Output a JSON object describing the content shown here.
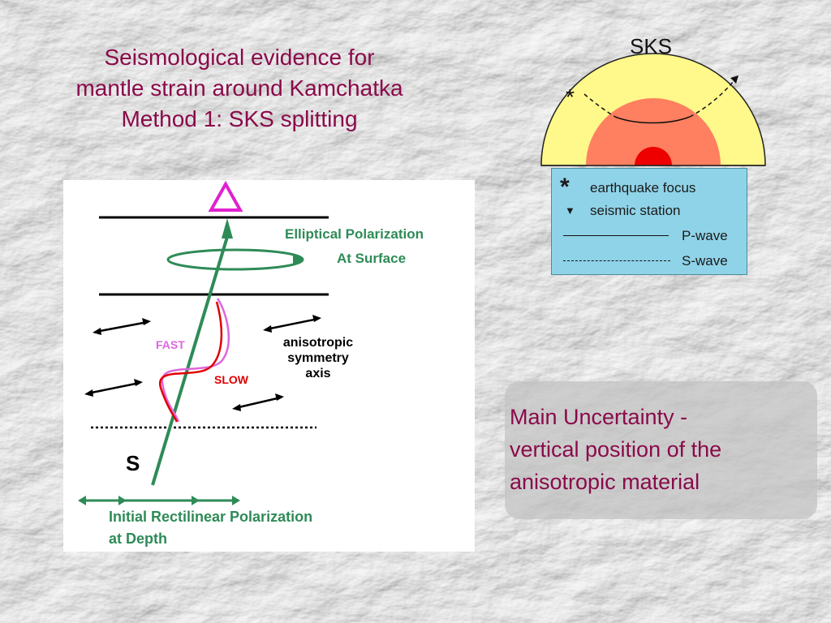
{
  "title": {
    "line1": "Seismological evidence for",
    "line2": "mantle strain around Kamchatka",
    "line3": "Method 1: SKS splitting"
  },
  "diagram": {
    "elliptical_line1": "Elliptical Polarization",
    "elliptical_line2": "At Surface",
    "fast": "FAST",
    "slow": "SLOW",
    "anisotropic_line1": "anisotropic",
    "anisotropic_line2": "symmetry",
    "anisotropic_line3": "axis",
    "s_label": "S",
    "initial_line1": "Initial Rectilinear Polarization",
    "initial_line2": "at Depth"
  },
  "sks": {
    "title": "SKS",
    "legend": {
      "focus": "earthquake focus",
      "station": "seismic station",
      "pwave": "P-wave",
      "swave": "S-wave"
    }
  },
  "note": {
    "line1": "Main Uncertainty -",
    "line2": "vertical position of the",
    "line3": "anisotropic material"
  },
  "colors": {
    "title": "#8a0a4a",
    "arrow_green": "#2e8b57",
    "fast_pink": "#dd66dd",
    "slow_red": "#e00000",
    "station_magenta": "#e020d0",
    "legend_bg": "#8fd3e8"
  }
}
